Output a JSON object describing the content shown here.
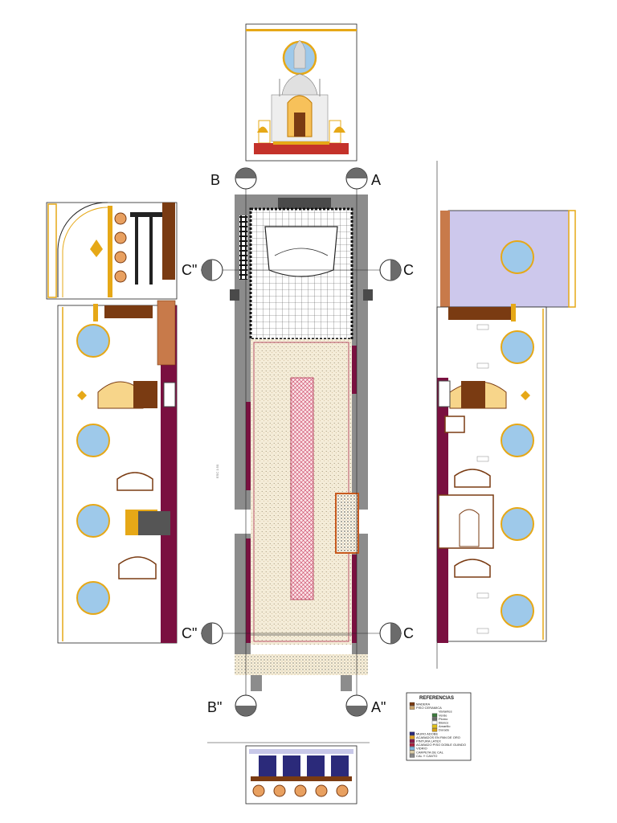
{
  "section_markers": [
    {
      "id": "a-top",
      "label": "A"
    },
    {
      "id": "b-top",
      "label": "B"
    },
    {
      "id": "c-upper-right",
      "label": "C"
    },
    {
      "id": "c2-upper-left",
      "label": "C\""
    },
    {
      "id": "c2-lower-left",
      "label": "C\""
    },
    {
      "id": "c-lower-right",
      "label": "C"
    },
    {
      "id": "b2-bottom",
      "label": "B\""
    },
    {
      "id": "a2-bottom",
      "label": "A\""
    }
  ],
  "legend": {
    "title": "REFERENCIAS",
    "items": [
      {
        "label": "MADERA",
        "color": "#7a3b12"
      },
      {
        "label": "PISO CERAMICA",
        "color": "#c8a26a"
      },
      {
        "label": "Variantes",
        "color": ""
      },
      {
        "label": "Verde",
        "color": "#3c7a3c"
      },
      {
        "label": "Plomo",
        "color": "#6b6b6b"
      },
      {
        "label": "Blanco",
        "color": "#ffffff"
      },
      {
        "label": "Amarillo",
        "color": "#e2c21a"
      },
      {
        "label": "Dorado",
        "color": "#d4a017"
      },
      {
        "label": "MURO ADOBE",
        "color": "#2b2a7a"
      },
      {
        "label": "ACABADOS EN PAN DE ORO",
        "color": "#e0a020"
      },
      {
        "label": "PINTURA LATEX",
        "color": "#8b1a4a"
      },
      {
        "label": "ACABADO PISO DOBLE GUINDO",
        "color": "#a81e3c"
      },
      {
        "label": "VIDRIO",
        "color": "#7fb6de"
      },
      {
        "label": "CARPETA DE CAL",
        "color": "#d9cba6"
      },
      {
        "label": "CAL Y CANTO",
        "color": "#888888"
      }
    ]
  },
  "side_note": "ESC 1:50",
  "colors": {
    "wall": "#8c8c8c",
    "wall_dark": "#4a4a4a",
    "maroon": "#7a1040",
    "gold": "#e6a817",
    "glass": "#9ec9ea",
    "lavender": "#cdc8ec",
    "wood": "#7a3b12",
    "floor": "#efe6cf",
    "pink_hatch": "#d9607a"
  }
}
